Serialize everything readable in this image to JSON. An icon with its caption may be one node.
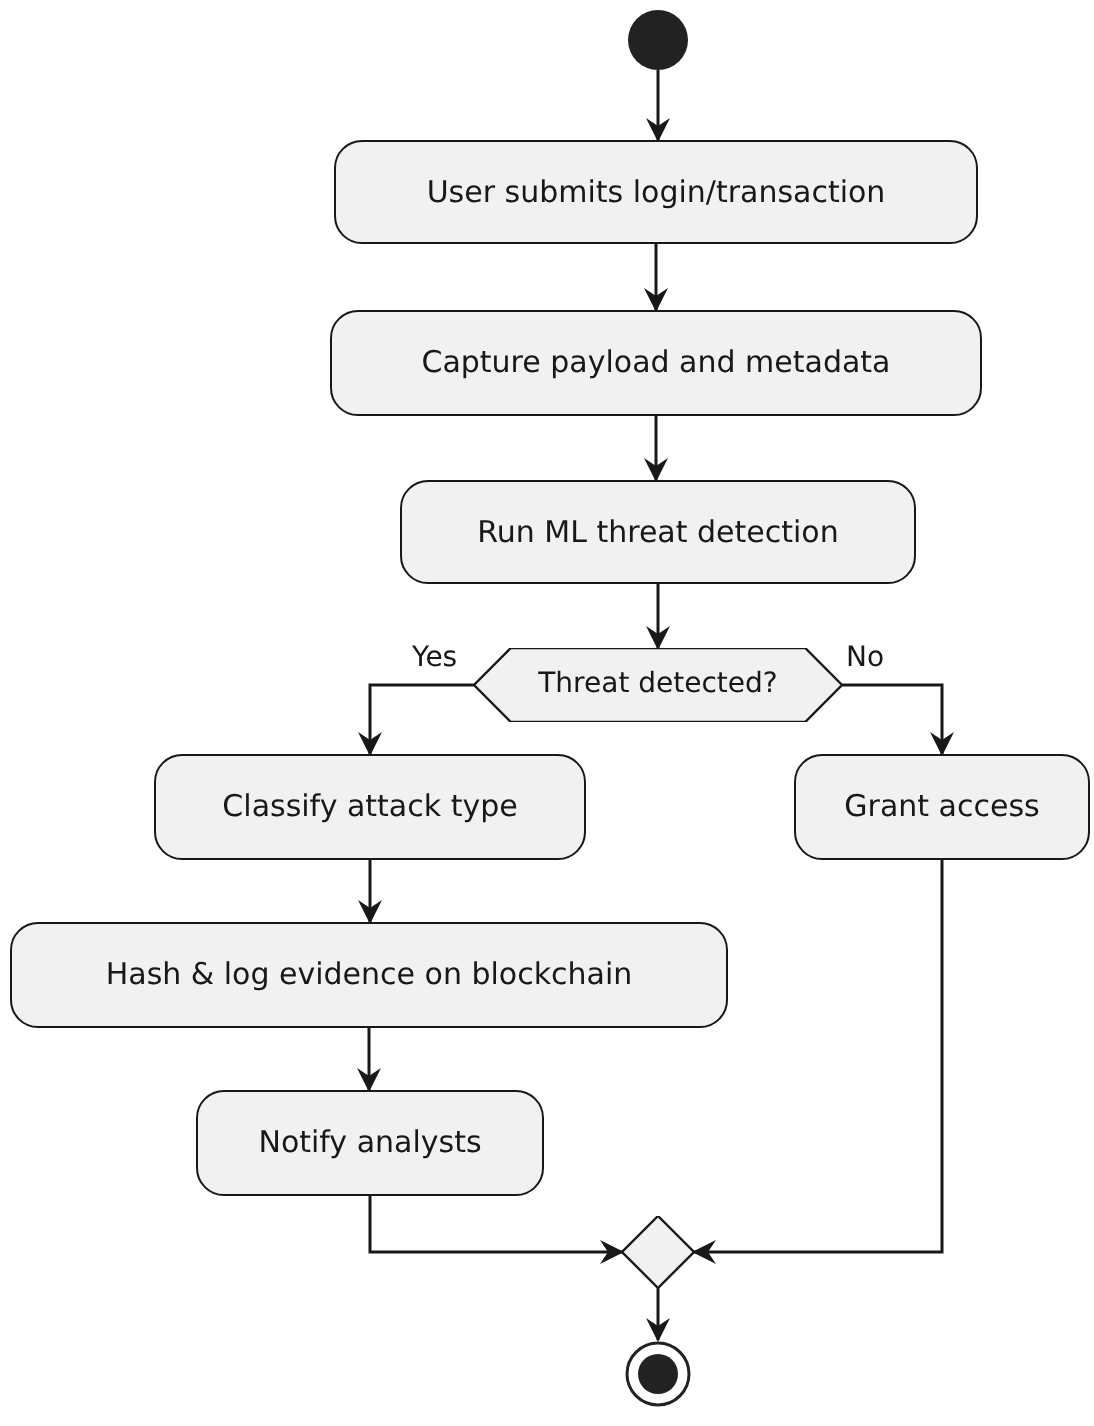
{
  "diagram": {
    "nodes": [
      {
        "text": [],
        "shape": "circle"
      },
      {
        "text": [
          "User submits login/transaction"
        ]
      },
      {
        "text": [
          "Capture payload and metadata"
        ]
      },
      {
        "text": [
          "Run ML threat detection"
        ]
      },
      {
        "text": [
          "Threat detected?"
        ]
      },
      {
        "text": [
          "Classify attack type"
        ]
      },
      {
        "text": [
          "Grant access"
        ]
      },
      {
        "text": [
          "Hash & log evidence on blockchain"
        ]
      },
      {
        "text": [
          "Notify analysts"
        ]
      },
      {
        "text": [],
        "shape": "diamond"
      },
      {
        "text": [],
        "shape": "circle"
      }
    ],
    "edges": [
      {
        "from": 0,
        "to": 1,
        "arrow": "to"
      },
      {
        "from": 1,
        "to": 2,
        "arrow": "to"
      },
      {
        "from": 2,
        "to": 3,
        "arrow": "to"
      },
      {
        "from": 3,
        "to": 4,
        "arrow": "to"
      },
      {
        "from": 4,
        "to": 5,
        "arrow": "to",
        "label": "Yes"
      },
      {
        "from": 4,
        "to": 6,
        "arrow": "to",
        "label": "No"
      },
      {
        "from": 5,
        "to": 7,
        "arrow": "to"
      },
      {
        "from": 7,
        "to": 8,
        "arrow": "to"
      },
      {
        "from": 8,
        "to": 9,
        "arrow": "to"
      },
      {
        "from": 6,
        "to": 9,
        "arrow": "to"
      },
      {
        "from": 9,
        "to": 10,
        "arrow": "to"
      }
    ]
  }
}
